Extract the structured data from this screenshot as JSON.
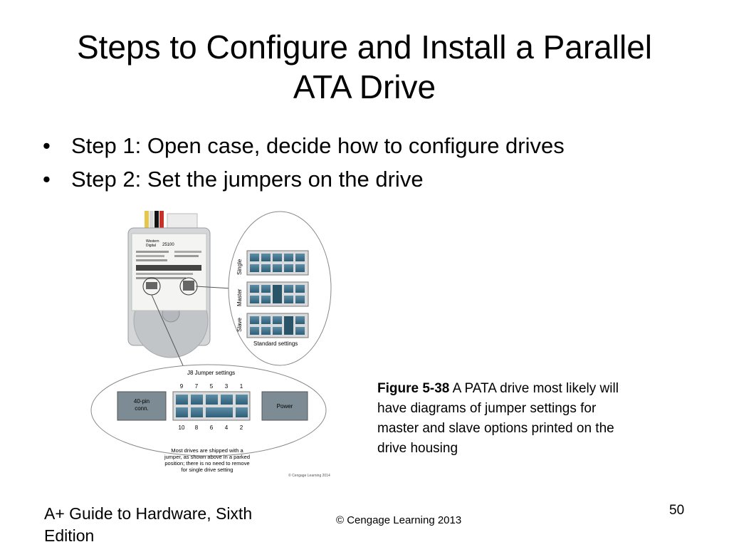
{
  "slide": {
    "title_line1": "Steps to Configure and Install a Parallel",
    "title_line2": "ATA Drive",
    "bullets": [
      "Step 1: Open case, decide how to configure drives",
      "Step 2: Set the jumpers on the drive"
    ],
    "bullet_glyph": "•"
  },
  "figure": {
    "brand_line1": "Western",
    "brand_line2": "Digital",
    "model": "25100",
    "modes": [
      "Single",
      "Master",
      "Slave"
    ],
    "standard_settings": "Standard settings",
    "j8_title": "J8 Jumper settings",
    "top_pins": [
      "9",
      "7",
      "5",
      "3",
      "1"
    ],
    "bottom_pins": [
      "10",
      "8",
      "6",
      "4",
      "2"
    ],
    "conn_line1": "40-pin",
    "conn_line2": "conn.",
    "power": "Power",
    "note_lines": [
      "Most drives are shipped with a",
      "jumper, as shown above in a parked",
      "position; there is no need to remove",
      "for single drive setting"
    ],
    "credit": "© Cengage Learning 2014"
  },
  "caption": {
    "label": "Figure 5-38",
    "text": " A PATA drive most likely will have diagrams of jumper settings for master and slave options printed on the drive housing"
  },
  "footer": {
    "left_line1": "A+ Guide to Hardware, Sixth",
    "left_line2": "Edition",
    "center": "© Cengage Learning  2013",
    "page_number": "50"
  }
}
